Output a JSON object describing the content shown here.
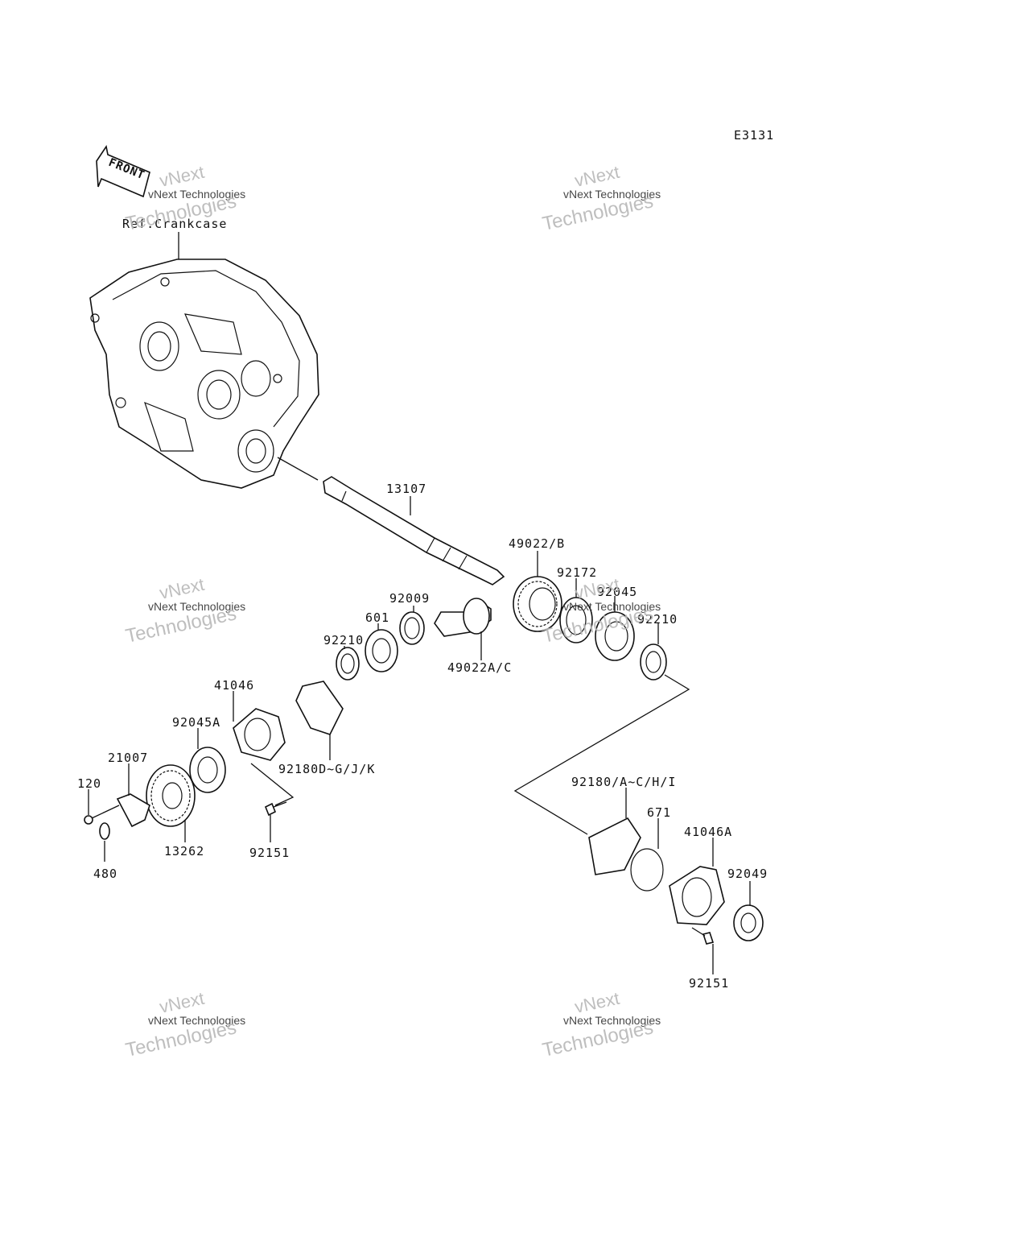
{
  "diagram_code": "E3131",
  "front_label": "FRONT",
  "ref_label": "Ref.Crankcase",
  "watermark": {
    "line1": "vNext",
    "line2": "vNext Technologies",
    "line3": "Technologies"
  },
  "parts": {
    "p13107": "13107",
    "p49022b": "49022/B",
    "p92172": "92172",
    "p92045": "92045",
    "p92210b": "92210",
    "p92009": "92009",
    "p601": "601",
    "p92210": "92210",
    "p49022ac": "49022A/C",
    "p41046": "41046",
    "p92045a": "92045A",
    "p92180dgjk": "92180D~G/J/K",
    "p21007": "21007",
    "p120": "120",
    "p13262": "13262",
    "p480": "480",
    "p92151a": "92151",
    "p92180achi": "92180/A~C/H/I",
    "p671": "671",
    "p41046a": "41046A",
    "p92049": "92049",
    "p92151b": "92151"
  }
}
